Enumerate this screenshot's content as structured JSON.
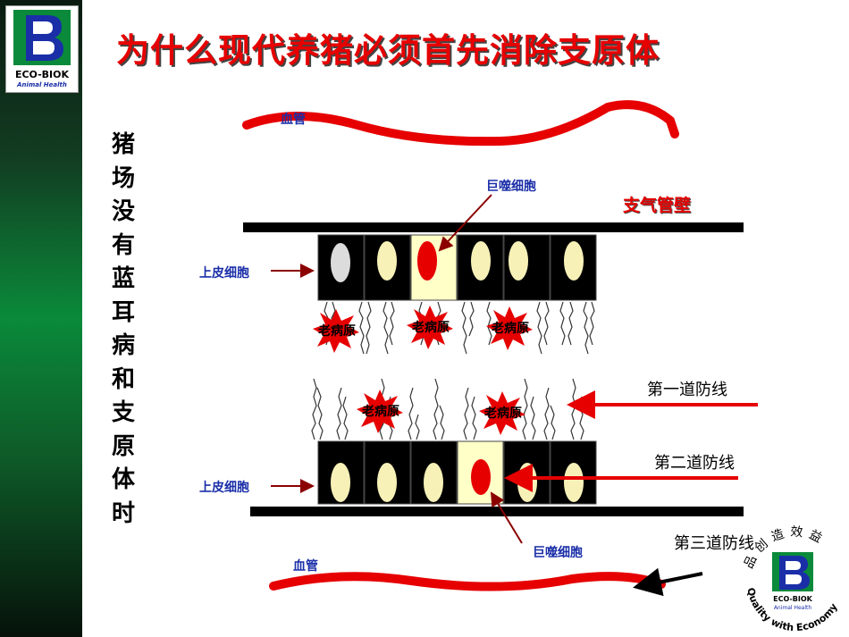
{
  "logo": {
    "brand": "ECO-BIOK",
    "tagline": "Animal Health"
  },
  "title": "为什么现代养猪必须首先消除支原体",
  "side_text": [
    "猪",
    "场",
    "没",
    "有",
    "蓝",
    "耳",
    "病",
    "和",
    "支",
    "原",
    "体",
    "时"
  ],
  "labels": {
    "blood_vessel": "血管",
    "macrophage": "巨噬细胞",
    "bronchial_wall": "支气管壁",
    "epithelial_cell": "上皮细胞",
    "pathogen": "老病原",
    "first_defense": "第一道防线",
    "second_defense": "第二道防线",
    "third_defense": "第三道防线"
  },
  "seal": {
    "top_text": "品创造效益",
    "bottom_text": "Quality with Economy",
    "brand": "ECO-BIOK",
    "tagline": "Animal Health"
  },
  "colors": {
    "accent_red": "#e60000",
    "label_blue": "#1a2ea8",
    "dark_red": "#8b0000",
    "cell_cream": "#f7f1b8",
    "highlight_cell": "#ffffc8"
  }
}
